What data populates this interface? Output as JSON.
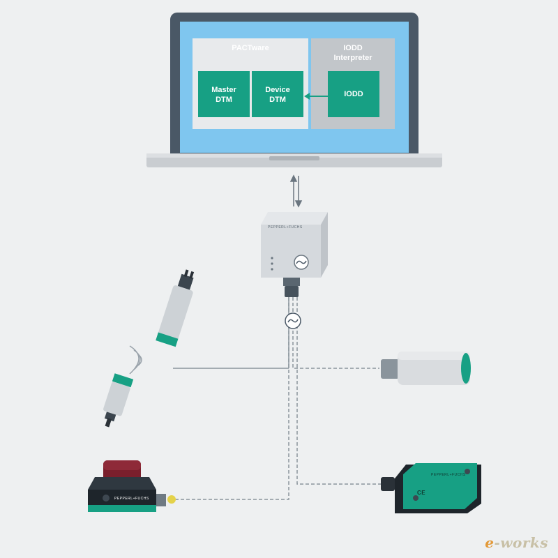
{
  "software": {
    "pactware_title": "PACTware",
    "iodd_interpreter_title": "IODD Interpreter",
    "master_dtm_label": "Master DTM",
    "device_dtm_label": "Device DTM",
    "iodd_label": "IODD"
  },
  "devices": {
    "master_brand": "PEPPERL+FUCHS",
    "sensor_brand": "PEPPERL+FUCHS",
    "photoelectric_brand": "PEPPERL+FUCHS",
    "ce_mark": "CE"
  },
  "watermark": {
    "e": "e",
    "rest": "-works"
  },
  "colors": {
    "teal": "#17a084",
    "screen_blue": "#7fc6ef",
    "laptop_frame": "#4a5866",
    "panel_grey": "#d3d6d9",
    "cable_dark": "#5a6670"
  }
}
